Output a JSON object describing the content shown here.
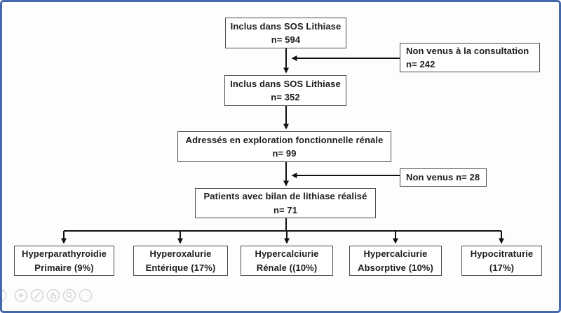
{
  "flowchart": {
    "included_594": {
      "line1": "Inclus dans SOS Lithiase",
      "line2": "n= 594"
    },
    "not_come_consultation": {
      "line1": "Non venus à la consultation",
      "line2": "n= 242"
    },
    "included_352": {
      "line1": "Inclus dans SOS Lithiase",
      "line2": "n= 352"
    },
    "referred_exploration": {
      "line1": "Adressés en exploration fonctionnelle rénale",
      "line2": "n= 99"
    },
    "not_come_28": {
      "line1": "Non venus n= 28"
    },
    "workup_done": {
      "line1": "Patients avec bilan de lithiase réalisé",
      "line2": "n= 71"
    },
    "diagnoses": [
      {
        "line1": "Hyperparathyroidie",
        "line2": "Primaire (9%)"
      },
      {
        "line1": "Hyperoxalurie",
        "line2": "Entérique (17%)"
      },
      {
        "line1": "Hypercalciurie",
        "line2": "Rénale ((10%)"
      },
      {
        "line1": "Hypercalciurie",
        "line2": "Absorptive (10%)"
      },
      {
        "line1": "Hypocitraturie",
        "line2": "(17%)"
      }
    ]
  },
  "toolbar": {
    "icons": [
      "partial-circle",
      "play",
      "pencil",
      "thumbs-up",
      "magnifier",
      "more"
    ]
  },
  "colors": {
    "frame_border": "#4568ad",
    "box_border": "#4d4d4d",
    "arrow": "#111111",
    "toolbar_icon": "#d9d9d9"
  }
}
